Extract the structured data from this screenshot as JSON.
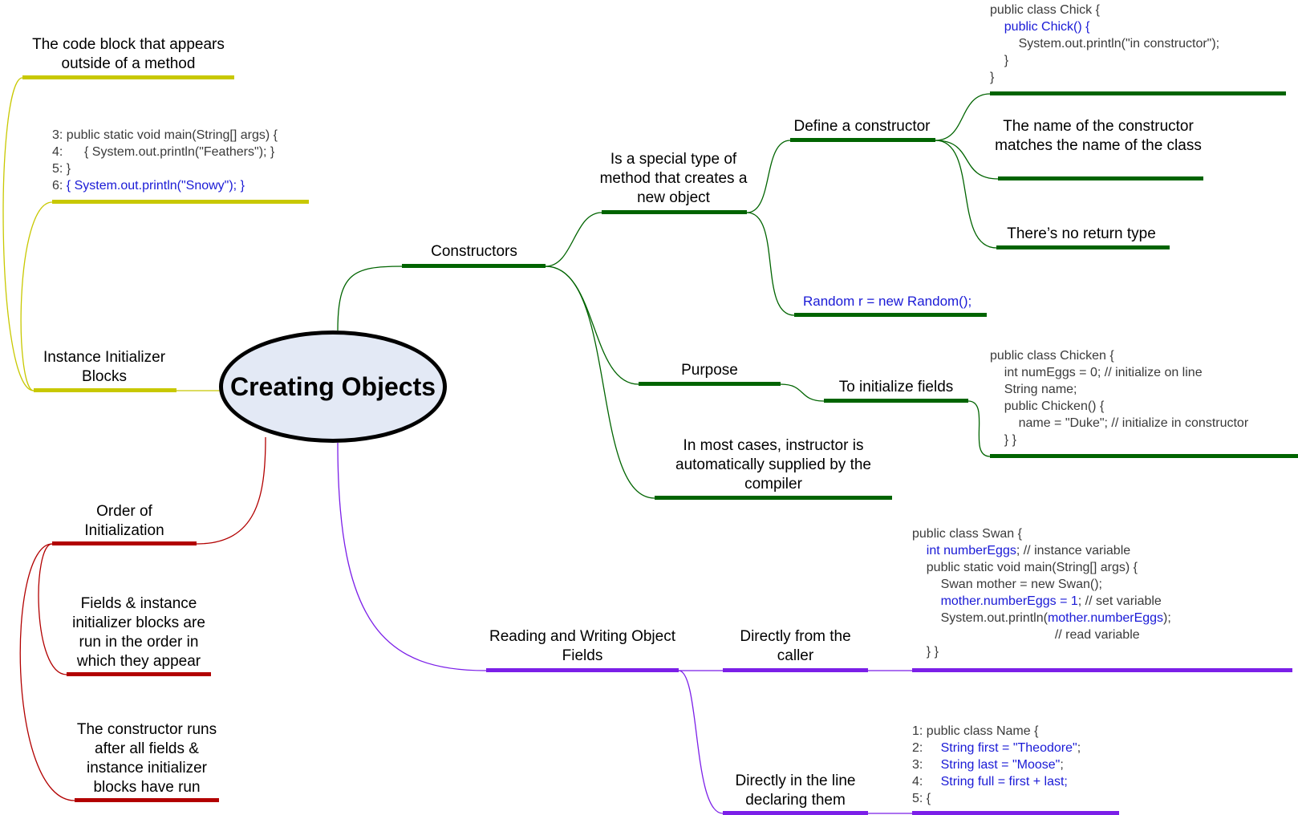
{
  "colors": {
    "constructors": "#006400",
    "initializer": "#c8c800",
    "order": "#b20000",
    "fields": "#7b1fe8",
    "code_blue": "#1a1ad6",
    "central_fill": "#e3e9f5"
  },
  "central": {
    "title": "Creating Objects"
  },
  "constructors": {
    "label": "Constructors",
    "special": {
      "label": "Is a special type of method that creates a new object",
      "define": {
        "label": "Define a constructor",
        "code": [
          [
            {
              "t": "public class Chick {"
            }
          ],
          [
            {
              "t": "    "
            },
            {
              "t": "public Chick() {",
              "blue": true
            }
          ],
          [
            {
              "t": "        System.out.println(\"in constructor\");"
            }
          ],
          [
            {
              "t": "    }"
            }
          ],
          [
            {
              "t": "}"
            }
          ]
        ],
        "name_rule": "The name of the constructor matches the name of the class",
        "no_return": "There’s no return type"
      },
      "example": "Random r = new Random();"
    },
    "purpose": {
      "label": "Purpose",
      "init_fields": "To initialize fields",
      "code": [
        [
          {
            "t": "public class Chicken {"
          }
        ],
        [
          {
            "t": "    int numEggs = 0; // initialize on line"
          }
        ],
        [
          {
            "t": "    String name;"
          }
        ],
        [
          {
            "t": "    public Chicken() {"
          }
        ],
        [
          {
            "t": "        name = \"Duke\"; // initialize in constructor"
          }
        ],
        [
          {
            "t": "    } }"
          }
        ]
      ]
    },
    "default_ctor": "In most cases, instructor is automatically supplied by the compiler"
  },
  "initializer": {
    "label": "Instance Initializer Blocks",
    "definition": "The code block that appears outside of a method",
    "code": [
      [
        {
          "t": "3: public static void main(String[] args) {"
        }
      ],
      [
        {
          "t": "4:      { System.out.println(\"Feathers\"); }"
        }
      ],
      [
        {
          "t": "5: }"
        }
      ],
      [
        {
          "t": "6: "
        },
        {
          "t": "{ System.out.println(\"Snowy\"); }",
          "blue": true
        }
      ]
    ]
  },
  "order": {
    "label": "Order of Initialization",
    "rule1": "Fields & instance initializer blocks are run in the order in which they appear",
    "rule2": "The constructor runs after all fields & instance initializer blocks have run"
  },
  "fields": {
    "label": "Reading and Writing Object Fields",
    "caller": {
      "label": "Directly from the caller",
      "code": [
        [
          {
            "t": "public class Swan {"
          }
        ],
        [
          {
            "t": "    "
          },
          {
            "t": "int numberEggs",
            "blue": true
          },
          {
            "t": "; // instance variable"
          }
        ],
        [
          {
            "t": "    public static void main(String[] args) {"
          }
        ],
        [
          {
            "t": "        Swan mother = new Swan();"
          }
        ],
        [
          {
            "t": "        "
          },
          {
            "t": "mother.numberEggs = 1",
            "blue": true
          },
          {
            "t": "; // set variable"
          }
        ],
        [
          {
            "t": "        System.out.println("
          },
          {
            "t": "mother.numberEggs",
            "blue": true
          },
          {
            "t": ");"
          }
        ],
        [
          {
            "t": "                                        // read variable"
          }
        ],
        [
          {
            "t": "    } }"
          }
        ]
      ]
    },
    "declaring": {
      "label": "Directly in the line declaring them",
      "code": [
        [
          {
            "t": "1: public class Name {"
          }
        ],
        [
          {
            "t": "2:     "
          },
          {
            "t": "String first = \"Theodore\"",
            "blue": true
          },
          {
            "t": ";"
          }
        ],
        [
          {
            "t": "3:     "
          },
          {
            "t": "String last = \"Moose\"",
            "blue": true
          },
          {
            "t": ";"
          }
        ],
        [
          {
            "t": "4:     "
          },
          {
            "t": "String full = first + last;",
            "blue": true
          }
        ],
        [
          {
            "t": "5: {"
          }
        ]
      ]
    }
  }
}
